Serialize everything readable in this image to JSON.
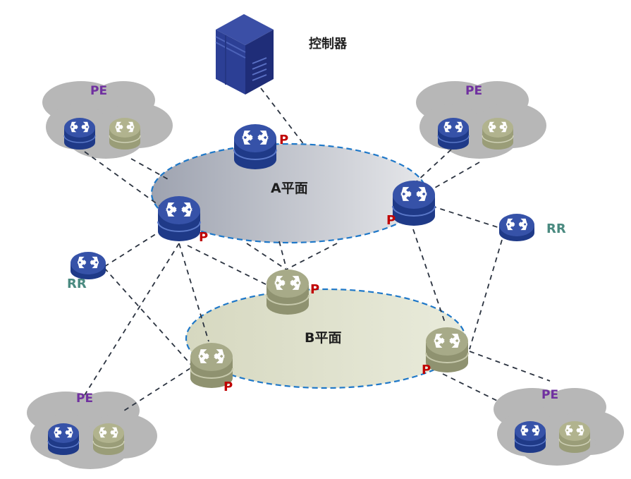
{
  "diagram": {
    "controller": {
      "label": "控制器",
      "icon": "server-icon"
    },
    "planes": [
      {
        "id": "A",
        "label": "A平面",
        "fill_from": "#9ea3b0",
        "fill_to": "#e6e7ea"
      },
      {
        "id": "B",
        "label": "B平面",
        "fill_from": "#d6d8c0",
        "fill_to": "#e9ebdb"
      }
    ],
    "colors": {
      "blue_router": "#2d4a9e",
      "olive_router": "#a3a682",
      "p_label": "#c00000",
      "pe_label": "#7030a0",
      "rr_label": "#4a8a80",
      "plane_border": "#1f78c8",
      "cloud": "#b7b7b7"
    },
    "p_routers": [
      {
        "id": "A1",
        "plane": "A",
        "label": "P"
      },
      {
        "id": "A2",
        "plane": "A",
        "label": "P"
      },
      {
        "id": "A3",
        "plane": "A",
        "label": "P"
      },
      {
        "id": "B1",
        "plane": "B",
        "label": "P"
      },
      {
        "id": "B2",
        "plane": "B",
        "label": "P"
      },
      {
        "id": "B3",
        "plane": "B",
        "label": "P"
      }
    ],
    "rr_nodes": [
      {
        "id": "RR-left",
        "label": "RR"
      },
      {
        "id": "RR-right",
        "label": "RR"
      }
    ],
    "pe_sites": [
      {
        "id": "PE-top-left",
        "label": "PE"
      },
      {
        "id": "PE-top-right",
        "label": "PE"
      },
      {
        "id": "PE-bottom-left",
        "label": "PE"
      },
      {
        "id": "PE-bottom-right",
        "label": "PE"
      }
    ]
  }
}
